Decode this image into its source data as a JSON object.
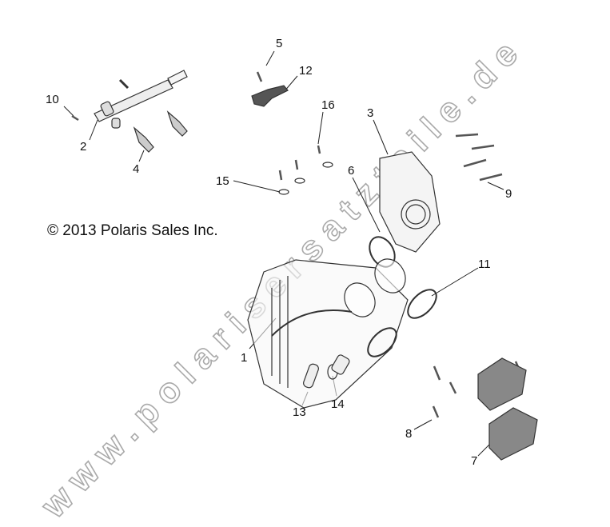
{
  "copyright": "© 2013 Polaris Sales Inc.",
  "watermark": "www.polarisersatzteile.de",
  "callouts": {
    "c1": "1",
    "c2": "2",
    "c3": "3",
    "c4": "4",
    "c5": "5",
    "c6": "6",
    "c7": "7",
    "c8": "8",
    "c9": "9",
    "c10": "10",
    "c11": "11",
    "c12": "12",
    "c13": "13",
    "c14": "14",
    "c15": "15",
    "c16": "16"
  }
}
